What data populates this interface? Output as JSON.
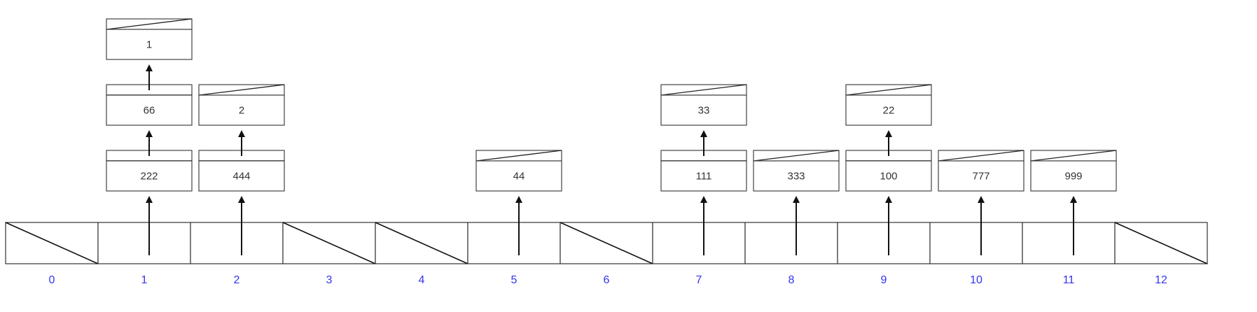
{
  "colors": {
    "index_label": "#3333ee",
    "stroke": "#333333",
    "pointer": "#111111"
  },
  "hash_table": {
    "buckets": [
      {
        "index": "0",
        "chain": []
      },
      {
        "index": "1",
        "chain": [
          "222",
          "66",
          "1"
        ]
      },
      {
        "index": "2",
        "chain": [
          "444",
          "2"
        ]
      },
      {
        "index": "3",
        "chain": []
      },
      {
        "index": "4",
        "chain": []
      },
      {
        "index": "5",
        "chain": [
          "44"
        ]
      },
      {
        "index": "6",
        "chain": []
      },
      {
        "index": "7",
        "chain": [
          "111",
          "33"
        ]
      },
      {
        "index": "8",
        "chain": [
          "333"
        ]
      },
      {
        "index": "9",
        "chain": [
          "100",
          "22"
        ]
      },
      {
        "index": "10",
        "chain": [
          "777"
        ]
      },
      {
        "index": "11",
        "chain": [
          "999"
        ]
      },
      {
        "index": "12",
        "chain": []
      }
    ]
  }
}
